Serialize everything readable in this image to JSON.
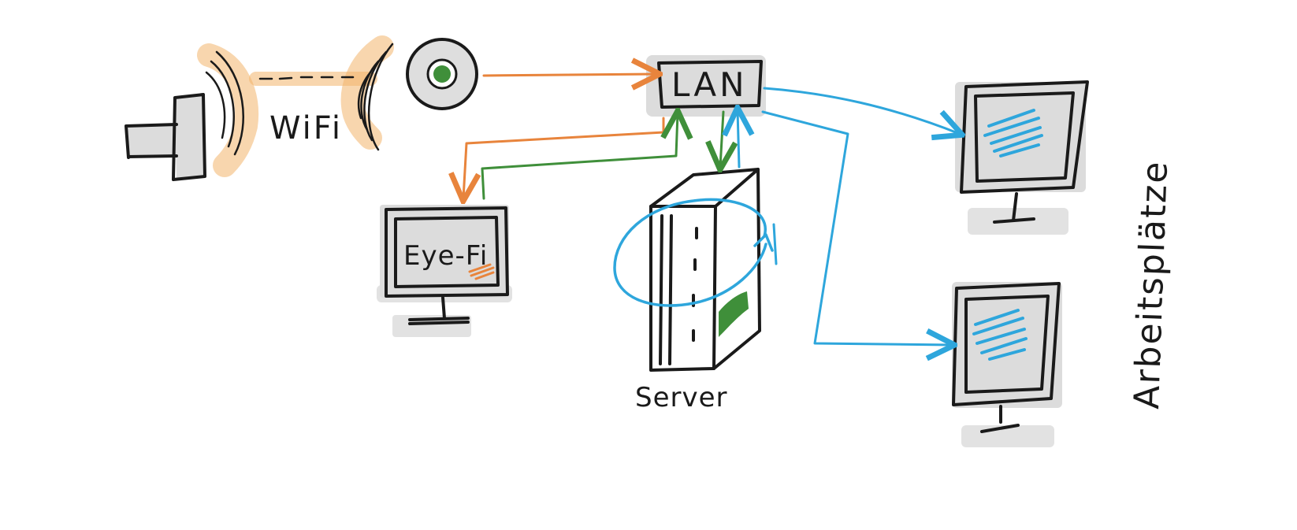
{
  "colors": {
    "ink": "#1a1a1a",
    "shade": "#dcdcdc",
    "wifi": "#f2b56b",
    "orange": "#e8843c",
    "green": "#3f8f3a",
    "blue": "#2ea6dc"
  },
  "nodes": {
    "wifi": {
      "label": "WiFi"
    },
    "lan": {
      "label": "LAN"
    },
    "eyefi": {
      "label": "Eye-Fi"
    },
    "server": {
      "label": "Server"
    },
    "workstations": {
      "label": "Arbeitsplätze"
    }
  },
  "icons": [
    "camera-icon",
    "wifi-signal-icon",
    "wifi-receiver-icon",
    "switch-icon",
    "monitor-icon",
    "server-tower-icon",
    "sync-loop-icon",
    "arrow-icon"
  ],
  "connections": [
    {
      "from": "wifi",
      "to": "lan",
      "color": "orange"
    },
    {
      "from": "lan",
      "to": "eyefi",
      "color": "orange"
    },
    {
      "from": "eyefi",
      "to": "lan",
      "color": "green"
    },
    {
      "from": "lan",
      "to": "server",
      "color": "green"
    },
    {
      "from": "server",
      "to": "lan",
      "color": "blue"
    },
    {
      "from": "lan",
      "to": "workstations",
      "color": "blue"
    }
  ]
}
